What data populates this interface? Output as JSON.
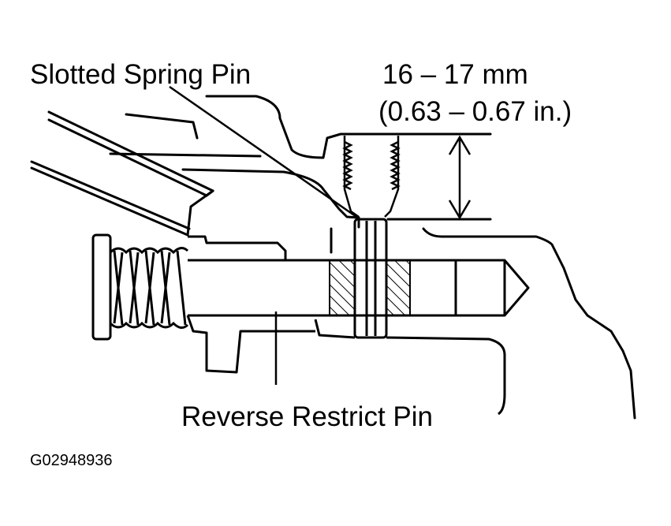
{
  "labels": {
    "slotted_spring_pin": "Slotted Spring Pin",
    "dimension_mm": "16 – 17 mm",
    "dimension_in": "(0.63 – 0.67 in.)",
    "reverse_restrict_pin": "Reverse Restrict Pin",
    "figure_code": "G02948936"
  },
  "colors": {
    "ink": "#000000",
    "background": "#ffffff"
  }
}
